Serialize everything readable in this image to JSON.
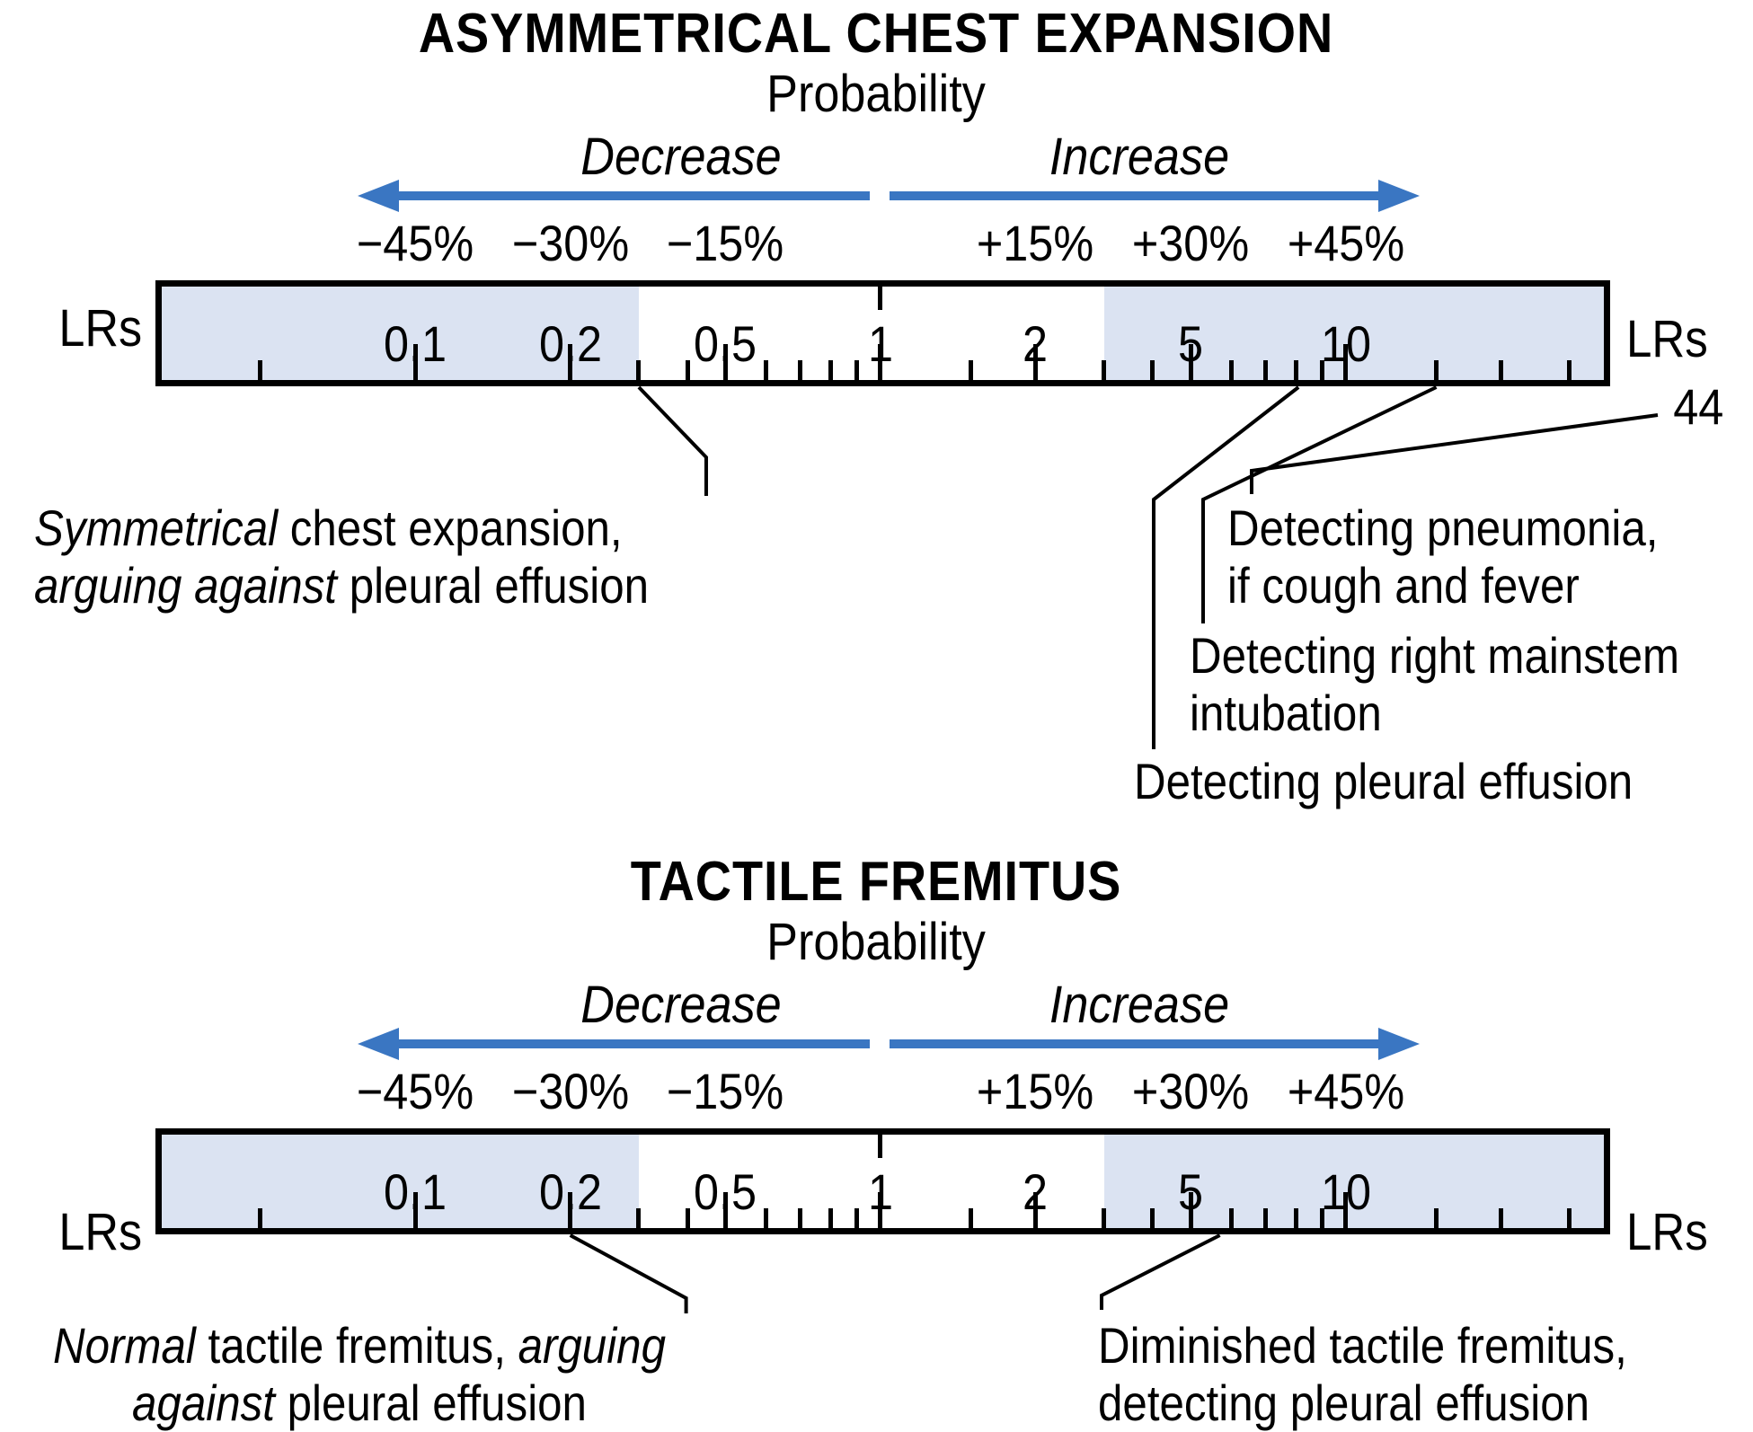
{
  "colors": {
    "arrow_blue": "#3a76c2",
    "shade_blue": "#dbe3f2",
    "line_black": "#000000"
  },
  "figures": [
    {
      "id": "asymmetrical-chest-expansion",
      "title": "ASYMMETRICAL CHEST EXPANSION",
      "probability_label": "Probability",
      "decrease_label": "Decrease",
      "increase_label": "Increase",
      "percent_labels": [
        {
          "text": "−45%",
          "lr": 0.1
        },
        {
          "text": "−30%",
          "lr": 0.2
        },
        {
          "text": "−15%",
          "lr": 0.5
        },
        {
          "text": "+15%",
          "lr": 2
        },
        {
          "text": "+30%",
          "lr": 5
        },
        {
          "text": "+45%",
          "lr": 10
        }
      ],
      "scale": {
        "lrs_left": "LRs",
        "lrs_right": "LRs",
        "major_ticks": [
          {
            "v": 0.1,
            "label": "0.1"
          },
          {
            "v": 0.2,
            "label": "0.2"
          },
          {
            "v": 0.5,
            "label": "0.5"
          },
          {
            "v": 1,
            "label": "1"
          },
          {
            "v": 2,
            "label": "2"
          },
          {
            "v": 5,
            "label": "5"
          },
          {
            "v": 10,
            "label": "10"
          }
        ],
        "minor_ticks": [
          0.05,
          0.3,
          0.4,
          0.6,
          0.7,
          0.8,
          0.9,
          1.5,
          3,
          4,
          6,
          7,
          8,
          9,
          15,
          20,
          30
        ],
        "top_ticks": [
          1
        ],
        "shaded": [
          {
            "from": null,
            "to": 0.3
          },
          {
            "from": 3,
            "to": null
          }
        ]
      },
      "offscale_label": "44",
      "callouts": [
        {
          "id": "symmetrical",
          "lr": 0.3
        },
        {
          "id": "pleural",
          "lr": 8.1
        },
        {
          "id": "mainstem",
          "lr": 15
        },
        {
          "id": "pneumonia",
          "value_label": "44"
        }
      ],
      "annotations": {
        "left": {
          "line1_italic": "Symmetrical",
          "line1_rest": " chest expansion,",
          "line2_italic": "arguing against",
          "line2_rest": " pleural effusion"
        },
        "pneumonia": {
          "line1": "Detecting pneumonia,",
          "line2": "if cough and fever"
        },
        "mainstem": {
          "line1": "Detecting right mainstem",
          "line2": "intubation"
        },
        "pleural": {
          "line1": "Detecting pleural effusion"
        }
      }
    },
    {
      "id": "tactile-fremitus",
      "title": "TACTILE FREMITUS",
      "probability_label": "Probability",
      "decrease_label": "Decrease",
      "increase_label": "Increase",
      "percent_labels": [
        {
          "text": "−45%",
          "lr": 0.1
        },
        {
          "text": "−30%",
          "lr": 0.2
        },
        {
          "text": "−15%",
          "lr": 0.5
        },
        {
          "text": "+15%",
          "lr": 2
        },
        {
          "text": "+30%",
          "lr": 5
        },
        {
          "text": "+45%",
          "lr": 10
        }
      ],
      "scale": {
        "lrs_left": "LRs",
        "lrs_right": "LRs",
        "major_ticks": [
          {
            "v": 0.1,
            "label": "0.1"
          },
          {
            "v": 0.2,
            "label": "0.2"
          },
          {
            "v": 0.5,
            "label": "0.5"
          },
          {
            "v": 1,
            "label": "1"
          },
          {
            "v": 2,
            "label": "2"
          },
          {
            "v": 5,
            "label": "5"
          },
          {
            "v": 10,
            "label": "10"
          }
        ],
        "minor_ticks": [
          0.05,
          0.3,
          0.4,
          0.6,
          0.7,
          0.8,
          0.9,
          1.5,
          3,
          4,
          6,
          7,
          8,
          9,
          15,
          20,
          30
        ],
        "top_ticks": [
          1
        ],
        "shaded": [
          {
            "from": null,
            "to": 0.3
          },
          {
            "from": 3,
            "to": null
          }
        ]
      },
      "callouts": [
        {
          "id": "normal",
          "lr": 0.2
        },
        {
          "id": "diminished",
          "lr": 5.7
        }
      ],
      "annotations": {
        "left": {
          "line1_italic1": "Normal",
          "line1_mid": " tactile fremitus, ",
          "line1_italic2": "arguing",
          "line2_italic": "against",
          "line2_rest": " pleural effusion"
        },
        "right": {
          "line1": "Diminished tactile fremitus,",
          "line2": "detecting pleural effusion"
        }
      }
    }
  ]
}
